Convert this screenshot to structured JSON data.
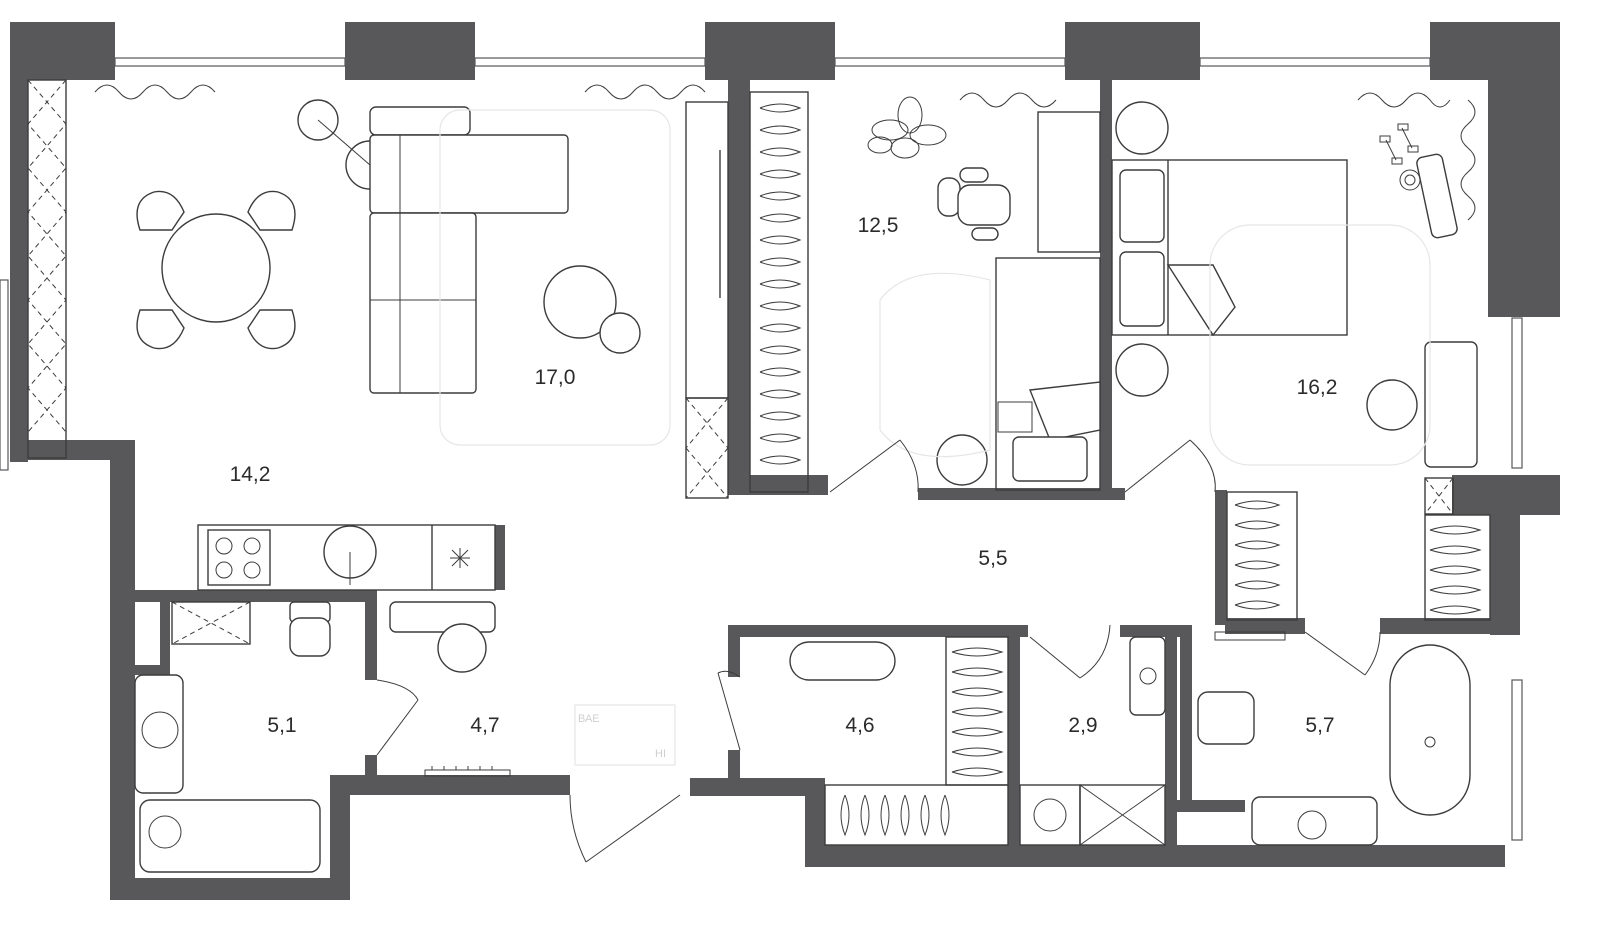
{
  "floor_plan": {
    "rooms": [
      {
        "id": "living",
        "area": "17,0"
      },
      {
        "id": "kitchen",
        "area": "14,2"
      },
      {
        "id": "bedroom-child",
        "area": "12,5"
      },
      {
        "id": "bedroom-master",
        "area": "16,2"
      },
      {
        "id": "hallway",
        "area": "5,5"
      },
      {
        "id": "bathroom-left",
        "area": "5,1"
      },
      {
        "id": "entrance",
        "area": "4,7"
      },
      {
        "id": "wardrobe",
        "area": "4,6"
      },
      {
        "id": "laundry",
        "area": "2,9"
      },
      {
        "id": "bathroom-right",
        "area": "5,7"
      }
    ],
    "colors": {
      "wall": "#58585a",
      "line": "#3c3c3c",
      "background": "#ffffff"
    }
  }
}
